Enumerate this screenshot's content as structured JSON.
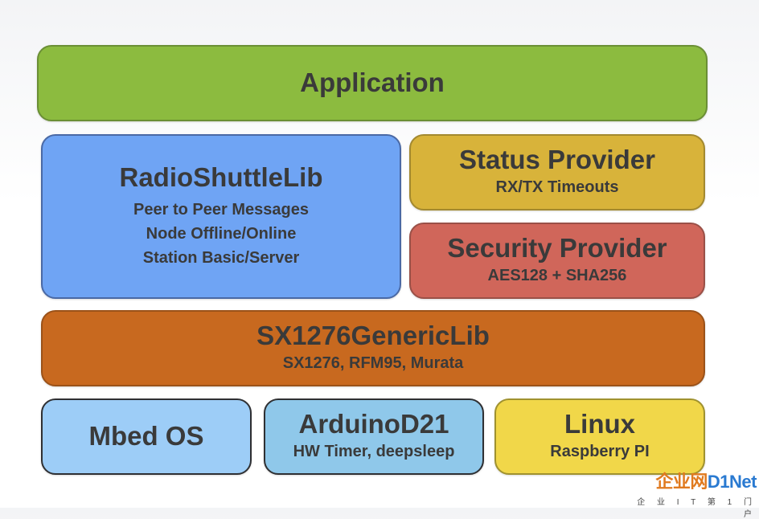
{
  "application": {
    "title": "Application"
  },
  "radioshuttle": {
    "title": "RadioShuttleLib",
    "lines": [
      "Peer to Peer Messages",
      "Node Offline/Online",
      "Station Basic/Server"
    ]
  },
  "status_provider": {
    "title": "Status Provider",
    "subtitle": "RX/TX Timeouts"
  },
  "security_provider": {
    "title": "Security Provider",
    "subtitle": "AES128 + SHA256"
  },
  "sx1276": {
    "title": "SX1276GenericLib",
    "subtitle": "SX1276, RFM95, Murata"
  },
  "mbed": {
    "title": "Mbed OS"
  },
  "arduino": {
    "title": "ArduinoD21",
    "subtitle": "HW Timer, deepsleep"
  },
  "linux": {
    "title": "Linux",
    "subtitle": "Raspberry PI"
  },
  "watermark": {
    "logo_cn": "企业网",
    "logo_en": "D1Net",
    "tagline": "企 业 I T 第 1 门 户"
  }
}
